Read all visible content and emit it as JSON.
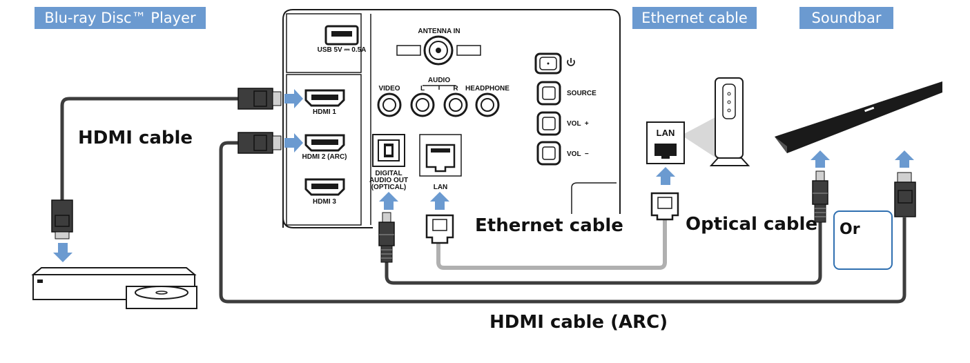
{
  "labels": {
    "bluray_player": "Blu-ray Disc™ Player",
    "ethernet_cable_tag": "Ethernet cable",
    "soundbar": "Soundbar",
    "hdmi_cable": "HDMI cable",
    "ethernet_cable": "Ethernet cable",
    "optical_cable": "Optical cable",
    "or": "Or",
    "hdmi_cable_arc": "HDMI cable (ARC)"
  },
  "tv_panel": {
    "usb": "USB 5V ⎓ 0.5A",
    "antenna_in": "ANTENNA IN",
    "audio": "AUDIO",
    "audio_l": "L",
    "audio_r": "R",
    "video": "VIDEO",
    "headphone": "HEADPHONE",
    "hdmi1": "HDMI 1",
    "hdmi2": "HDMI 2 (ARC)",
    "hdmi3": "HDMI 3",
    "digital_audio_out_1": "DIGITAL",
    "digital_audio_out_2": "AUDIO OUT",
    "digital_audio_out_3": "(OPTICAL)",
    "lan": "LAN",
    "source": "SOURCE",
    "vol_plus": "VOL  +",
    "vol_minus": "VOL  −"
  },
  "router": {
    "lan": "LAN"
  },
  "colors": {
    "accent_blue": "#6b9ad0",
    "arrow_blue": "#6b9ad0",
    "cable_dark": "#3d3d3d",
    "cable_gray": "#b0b0b0",
    "or_box_border": "#2f6fb0"
  }
}
